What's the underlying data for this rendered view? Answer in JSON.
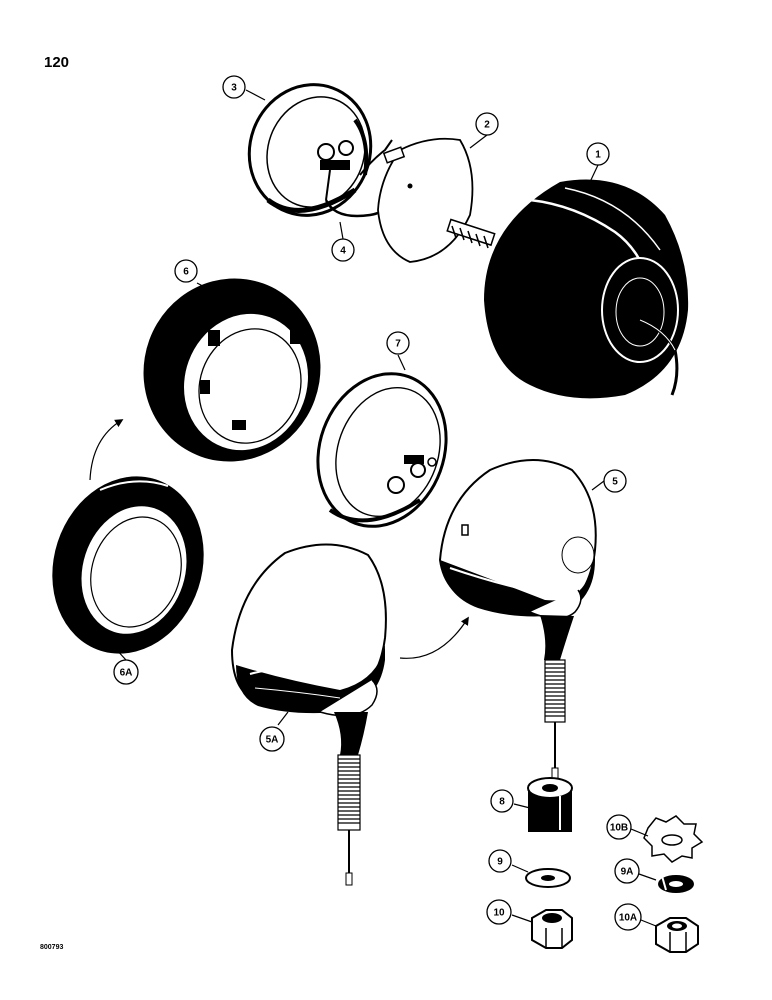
{
  "page_number": "120",
  "reference_code": "800793",
  "callouts": {
    "c1": "1",
    "c2": "2",
    "c3": "3",
    "c4": "4",
    "c5": "5",
    "c5a": "5A",
    "c6": "6",
    "c6a": "6A",
    "c7": "7",
    "c8": "8",
    "c9": "9",
    "c9a": "9A",
    "c10": "10",
    "c10a": "10A",
    "c10b": "10B"
  }
}
